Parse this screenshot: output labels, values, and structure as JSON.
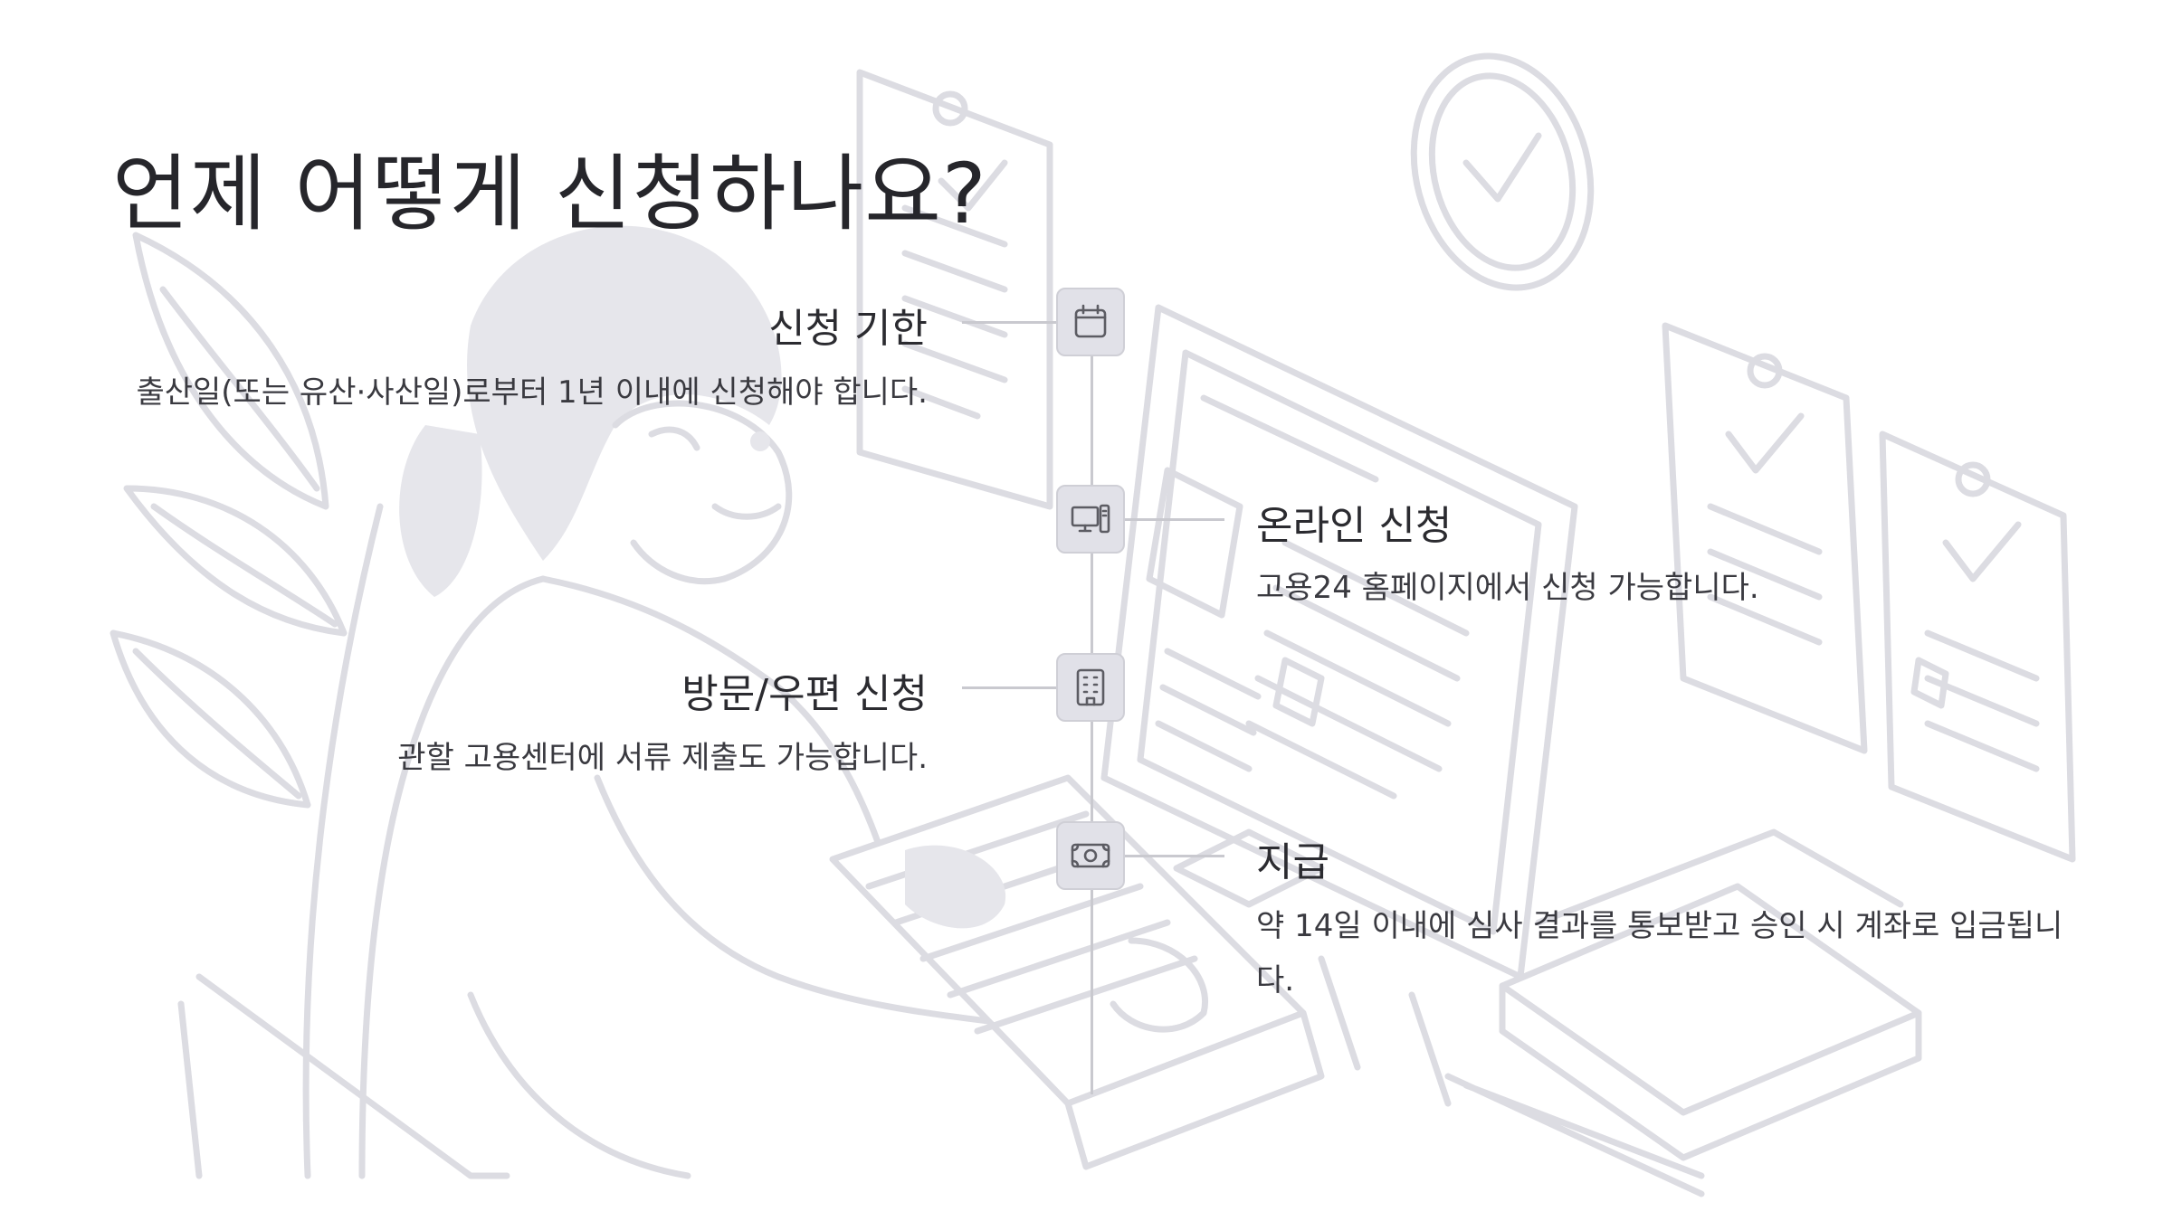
{
  "page": {
    "title": "언제 어떻게 신청하나요?"
  },
  "steps": [
    {
      "icon": "calendar-icon",
      "title": "신청 기한",
      "description": "출산일(또는 유산·사산일)로부터 1년 이내에 신청해야 합니다."
    },
    {
      "icon": "computer-icon",
      "title": "온라인 신청",
      "description": "고용24 홈페이지에서 신청 가능합니다."
    },
    {
      "icon": "building-icon",
      "title": "방문/우편 신청",
      "description": "관할 고용센터에 서류 제출도 가능합니다."
    },
    {
      "icon": "money-icon",
      "title": "지급",
      "description": "약 14일 이내에 심사 결과를 통보받고 승인 시 계좌로 입금됩니다."
    }
  ],
  "colors": {
    "title_text": "#26262b",
    "body_text": "#3a3a40",
    "icon_bg": "#e1e1e8",
    "timeline": "#c9c9cf",
    "illustration": "#dcdce2"
  }
}
